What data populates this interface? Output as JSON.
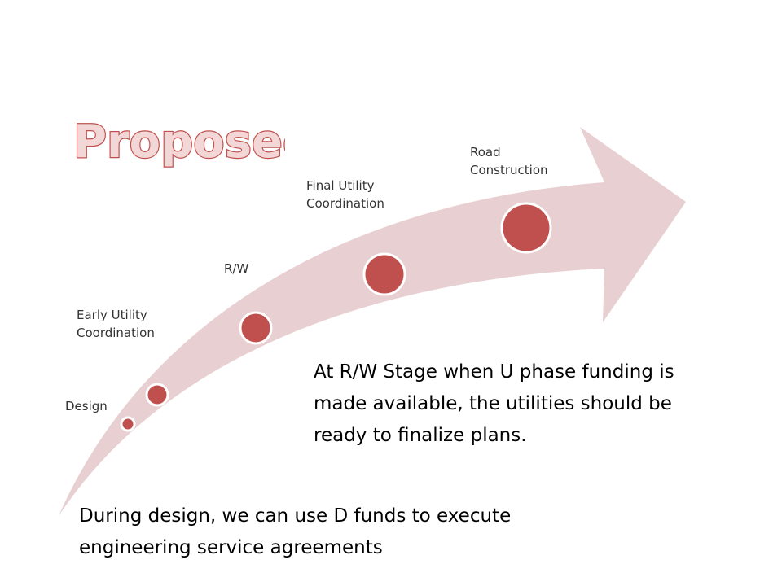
{
  "title": "Proposed",
  "stages": [
    {
      "label": "Design"
    },
    {
      "label": "Early Utility Coordination"
    },
    {
      "label": "R/W"
    },
    {
      "label": "Final Utility Coordination"
    },
    {
      "label": "Road Construction"
    }
  ],
  "notes": {
    "rw_stage": "At R/W Stage when U phase funding is made available, the utilities should be ready to finalize plans.",
    "design": "During design, we can use D funds to execute engineering service agreements"
  },
  "colors": {
    "arrow_fill": "#e8cfd1",
    "marker_fill": "#c0504d",
    "title_fill": "#f3d6d6",
    "title_stroke": "#c0504d"
  }
}
